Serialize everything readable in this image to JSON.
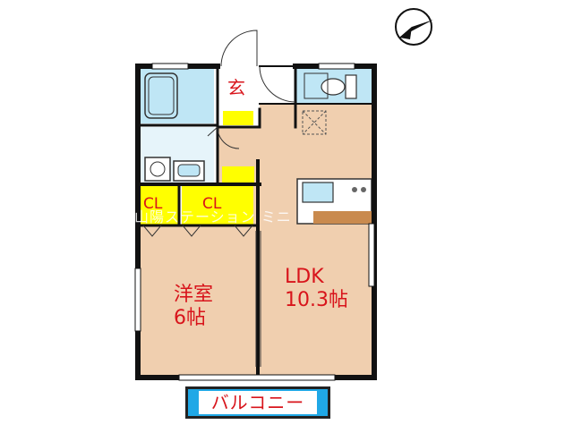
{
  "rooms": {
    "entrance": "玄",
    "closet_left": "CL",
    "closet_right": "CL",
    "western_room_name": "洋室",
    "western_room_size": "6帖",
    "ldk_name": "LDK",
    "ldk_size": "10.3帖",
    "balcony": "バルコニー"
  },
  "watermark": "山陽ステーション ミニ",
  "colors": {
    "floor": "#f0cfaf",
    "closet": "#ffff00",
    "fixture": "#bfe6f5",
    "wall": "#111111",
    "label": "#d8141b",
    "balcony": "#20a8e6"
  },
  "icons": [
    "north-arrow-icon",
    "bathtub-icon",
    "toilet-icon",
    "sink-icon",
    "kitchen-sink-icon",
    "stove-icon",
    "washing-machine-icon"
  ]
}
